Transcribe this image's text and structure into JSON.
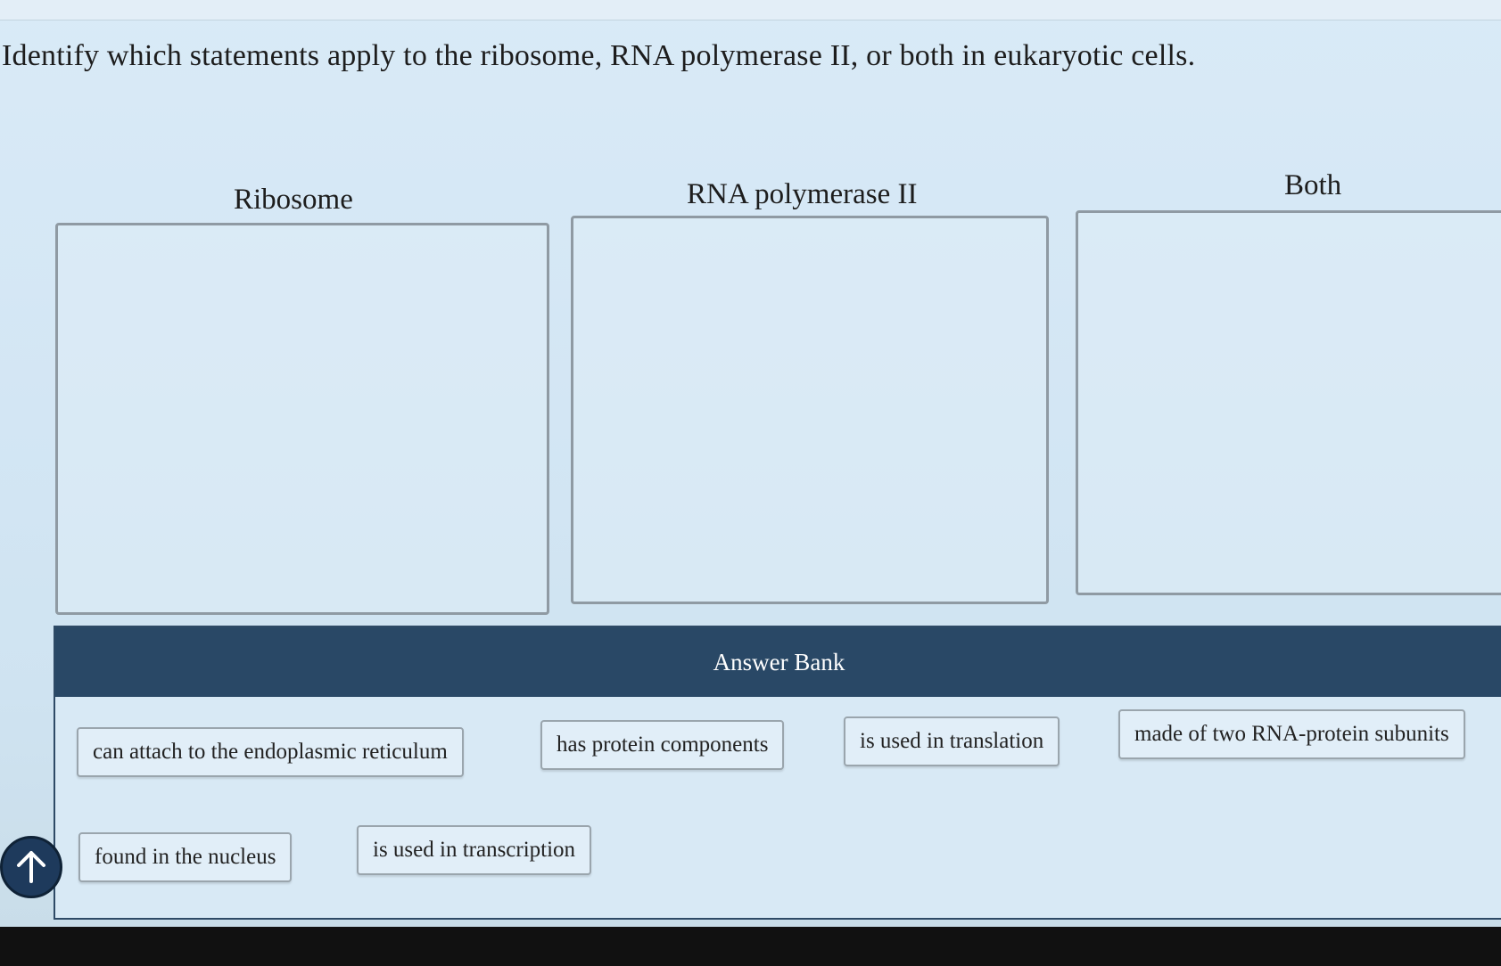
{
  "question": "Identify which statements apply to the ribosome, RNA polymerase II, or both in eukaryotic cells.",
  "columns": [
    {
      "title": "Ribosome"
    },
    {
      "title": "RNA polymerase II"
    },
    {
      "title": "Both"
    }
  ],
  "answer_bank": {
    "title": "Answer Bank",
    "items": [
      "can attach to the endoplasmic reticulum",
      "has protein components",
      "is used in translation",
      "made of two RNA-protein subunits",
      "found in the nucleus",
      "is used in transcription"
    ]
  },
  "icons": {
    "scroll_up": "arrow-up-icon"
  },
  "colors": {
    "bank_header": "#294866",
    "background": "#d4e6f3"
  }
}
